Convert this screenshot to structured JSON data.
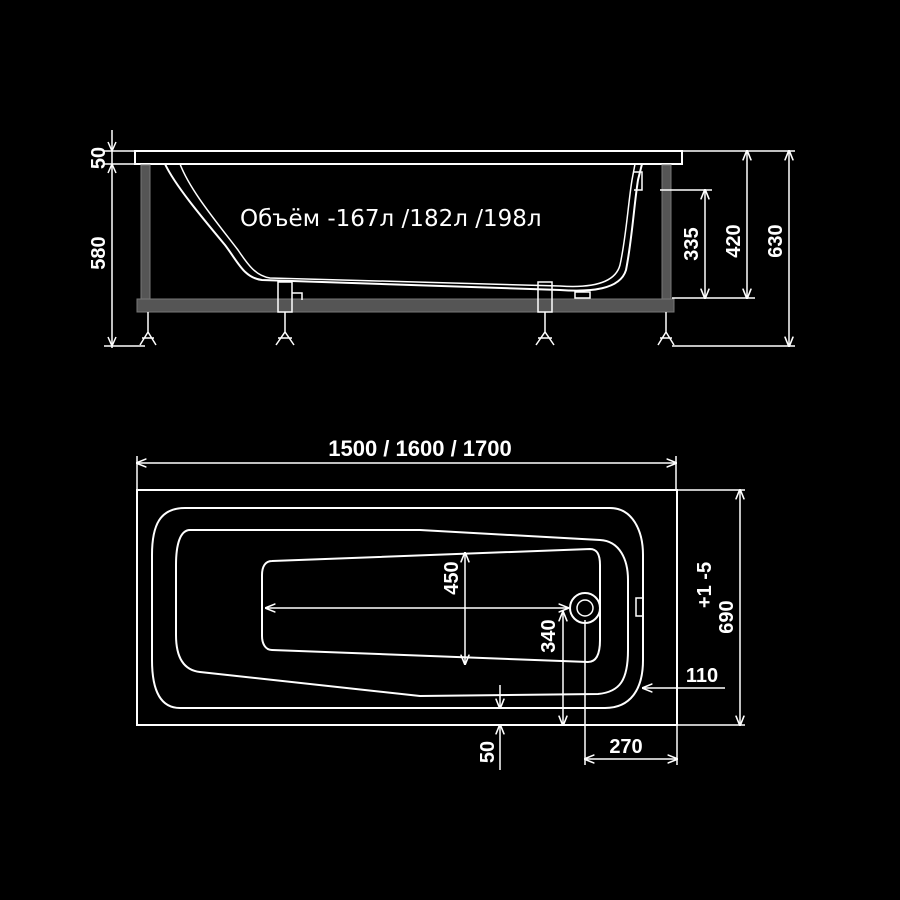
{
  "diagram": {
    "background_color": "#000000",
    "line_color": "#ffffff",
    "frame_color": "#555555",
    "side_view": {
      "volume_note": "Объём -167л /182л /198л",
      "dim_rim": "50",
      "dim_frame_height": "580",
      "dim_335": "335",
      "dim_420": "420",
      "dim_total_height": "630"
    },
    "top_view": {
      "dim_length": "1500 / 1600 / 1700",
      "dim_width": "690",
      "dim_width_tol": "+1 -5",
      "dim_450": "450",
      "dim_340": "340",
      "dim_110": "110",
      "dim_270": "270",
      "dim_50": "50"
    }
  }
}
